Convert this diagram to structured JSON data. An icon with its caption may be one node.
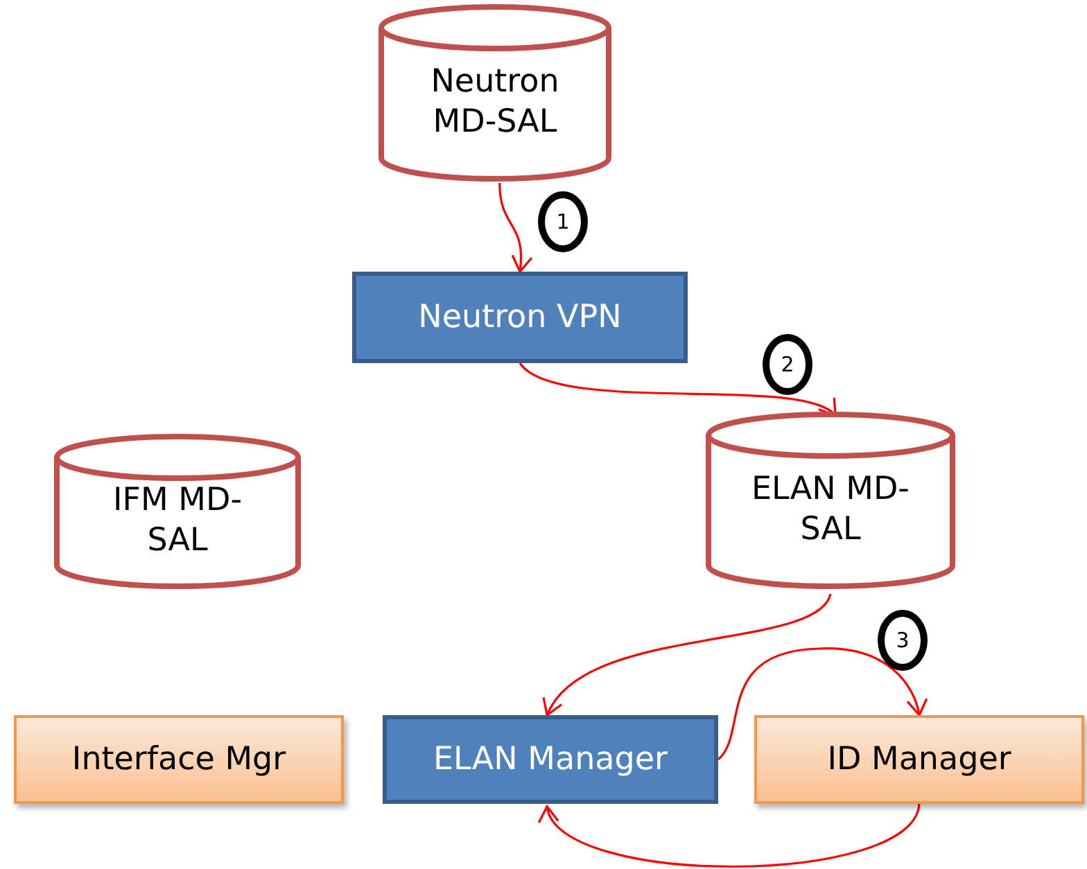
{
  "diagram": {
    "nodes": [
      {
        "text": [
          "Neutron MD-SAL"
        ]
      },
      {
        "text": [
          "Neutron VPN"
        ]
      },
      {
        "text": [
          "IFM MD-SAL"
        ]
      },
      {
        "text": [
          "ELAN MD-SAL"
        ]
      },
      {
        "text": [
          "Interface Mgr"
        ]
      },
      {
        "text": [
          "ELAN Manager"
        ]
      },
      {
        "text": [
          "ID Manager"
        ]
      }
    ],
    "edges": [
      {
        "from": 0,
        "to": 1,
        "arrow": "to"
      },
      {
        "from": 1,
        "to": 3,
        "arrow": "to"
      },
      {
        "from": 3,
        "to": 5,
        "arrow": "to"
      },
      {
        "from": 5,
        "to": 6,
        "arrow": "to"
      },
      {
        "from": 6,
        "to": 5,
        "arrow": "to"
      }
    ],
    "labels": [
      "1",
      "2",
      "3"
    ]
  }
}
